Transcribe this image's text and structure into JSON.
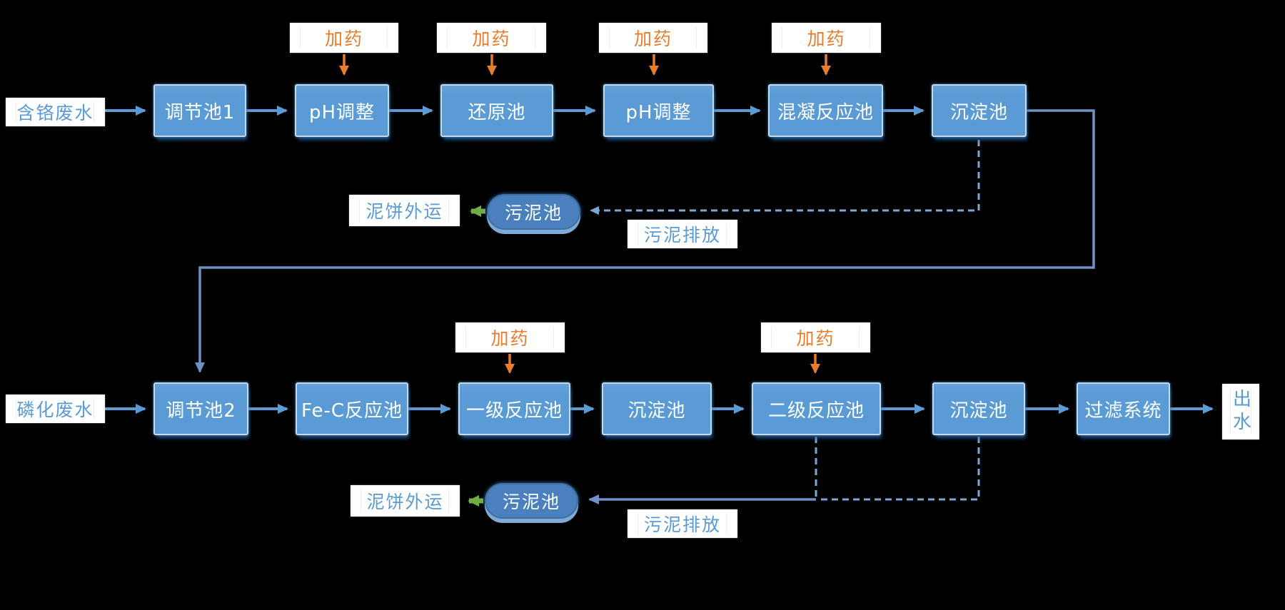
{
  "colors": {
    "node_fill": "#5B9BD5",
    "node_border": "#C9D8E9",
    "stadium_fill": "#4A80BD",
    "stadium_border": "#3F6EA0",
    "flow_line": "#5B9BD5",
    "return_line": "#7091C5",
    "dashed_line": "#7FA6D2",
    "dosing_orange": "#E87D2E",
    "green_arrow": "#70AD47",
    "label_text": "#5B9BD5",
    "background": "#000000"
  },
  "row1": {
    "source": "含铬废水",
    "nodes": [
      "调节池1",
      "pH调整",
      "还原池",
      "pH调整",
      "混凝反应池",
      "沉淀池"
    ],
    "dosing": [
      "加药",
      "加药",
      "加药",
      "加药"
    ],
    "sludge_tank": "污泥池",
    "sludge_cake": "泥饼外运",
    "sludge_discharge": "污泥排放"
  },
  "row2": {
    "source": "磷化废水",
    "nodes": [
      "调节池2",
      "Fe-C反应池",
      "一级反应池",
      "沉淀池",
      "二级反应池",
      "沉淀池",
      "过滤系统"
    ],
    "dosing": [
      "加药",
      "加药"
    ],
    "outflow": "出水",
    "sludge_tank": "污泥池",
    "sludge_cake": "泥饼外运",
    "sludge_discharge": "污泥排放"
  }
}
